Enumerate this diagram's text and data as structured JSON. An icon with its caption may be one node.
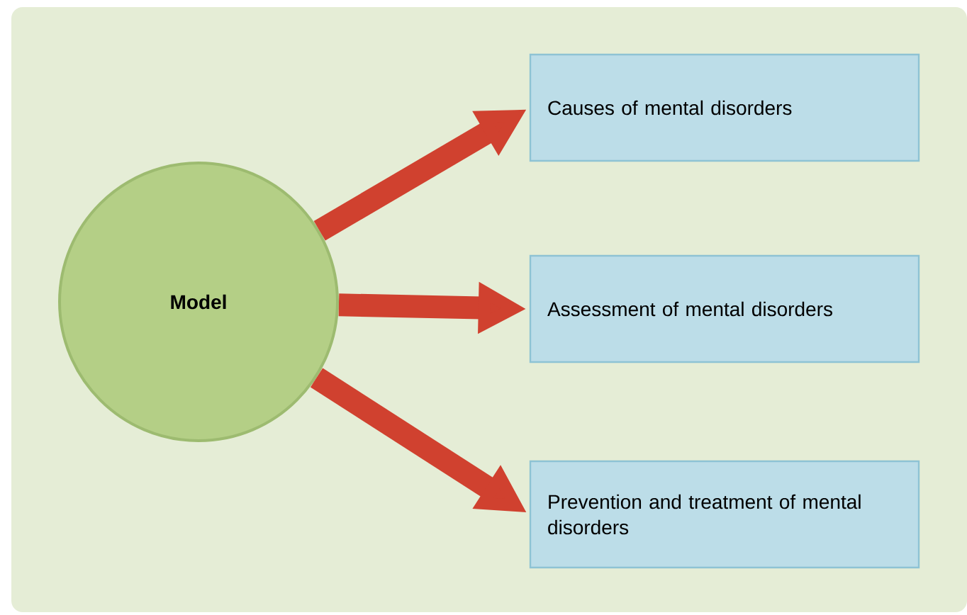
{
  "diagram": {
    "nodes": [
      {
        "text": [
          "Model"
        ]
      },
      {
        "text": [
          "Causes of mental disorders"
        ]
      },
      {
        "text": [
          "Assessment of mental disorders"
        ]
      },
      {
        "text": [
          "Prevention and treatment of mental disorders"
        ]
      }
    ],
    "edges": [
      {
        "from": 0,
        "to": 1,
        "arrow": "to"
      },
      {
        "from": 0,
        "to": 2,
        "arrow": "to"
      },
      {
        "from": 0,
        "to": 3,
        "arrow": "to"
      }
    ]
  }
}
